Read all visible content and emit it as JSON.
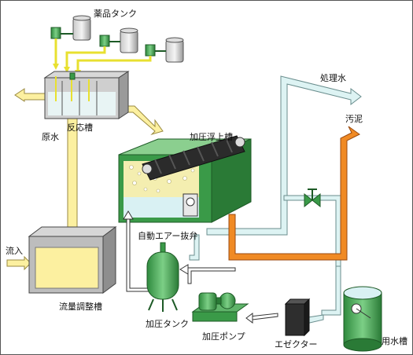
{
  "labels": {
    "chemical_tank": "薬品タンク",
    "reaction_tank": "反応槽",
    "raw_water": "原水",
    "inflow": "流入",
    "flow_equalization_tank": "流量調整槽",
    "pressure_flotation_tank": "加圧浮上槽",
    "treated_water": "処理水",
    "sludge": "汚泥",
    "auto_air_vent_valve": "自動エアー抜弁",
    "pressure_tank": "加圧タンク",
    "pressure_pump": "加圧ポンプ",
    "ejector": "エゼクター",
    "water_tank": "用水槽"
  },
  "colors": {
    "raw_water_pipe": "#fcf0a0",
    "treated_water_pipe": "#ddf3f3",
    "sludge_pipe": "#f08a24",
    "equipment_green": "#3a9a48",
    "chemical_line": "#e8e030"
  }
}
